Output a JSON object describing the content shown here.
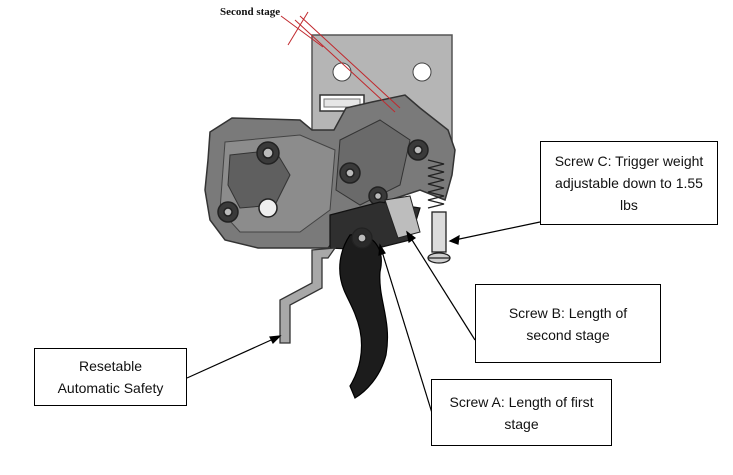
{
  "diagram": {
    "top_label": "Second stage",
    "callouts": {
      "screw_c": "Screw C: Trigger weight\nadjustable down to 1.55\nlbs",
      "screw_b": "Screw B: Length of\nsecond stage",
      "safety": "Resetable\nAutomatic Safety",
      "screw_a": "Screw A: Length of first\nstage"
    }
  }
}
